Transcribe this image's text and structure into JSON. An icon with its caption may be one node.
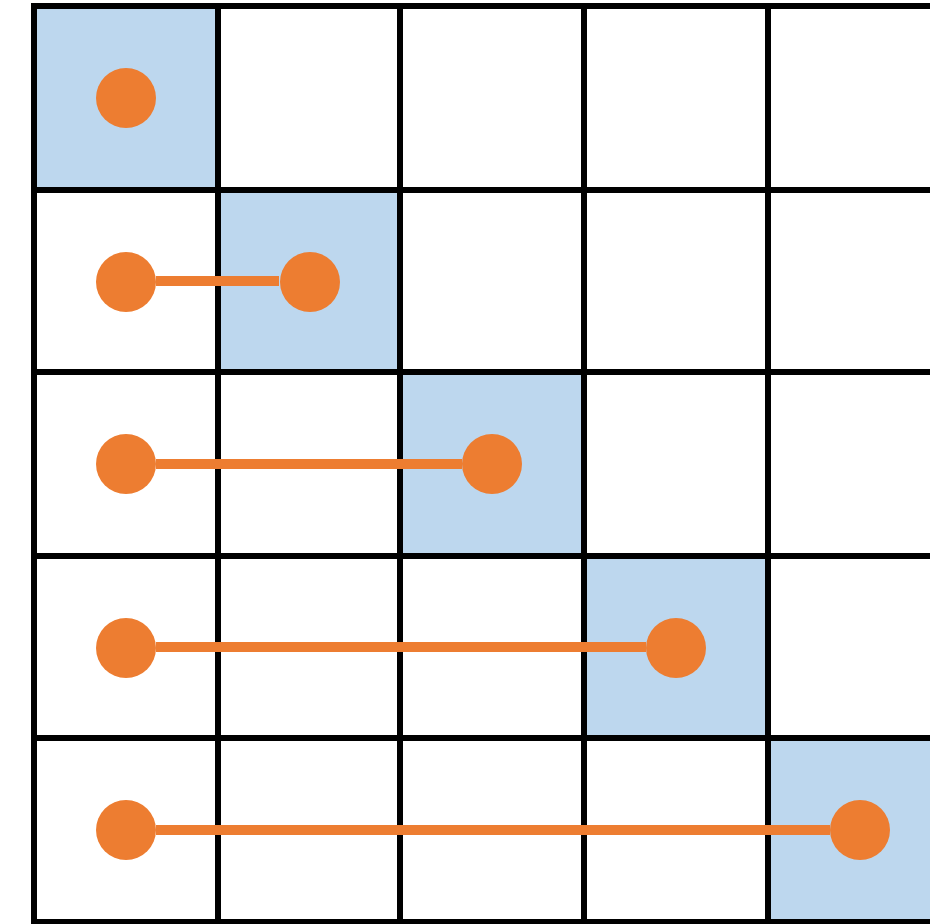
{
  "diagram": {
    "nodes": [
      {
        "text": [],
        "shape": "circle"
      },
      {
        "text": [],
        "shape": "circle"
      },
      {
        "text": [],
        "shape": "circle"
      },
      {
        "text": [],
        "shape": "circle"
      },
      {
        "text": [],
        "shape": "circle"
      },
      {
        "text": [],
        "shape": "circle"
      },
      {
        "text": [],
        "shape": "circle"
      },
      {
        "text": [],
        "shape": "circle"
      },
      {
        "text": [],
        "shape": "circle"
      }
    ],
    "edges": [
      {
        "from": 1,
        "to": 2,
        "arrow": "none"
      },
      {
        "from": 3,
        "to": 4,
        "arrow": "none"
      },
      {
        "from": 5,
        "to": 6,
        "arrow": "none"
      },
      {
        "from": 7,
        "to": 8,
        "arrow": "none"
      }
    ]
  }
}
